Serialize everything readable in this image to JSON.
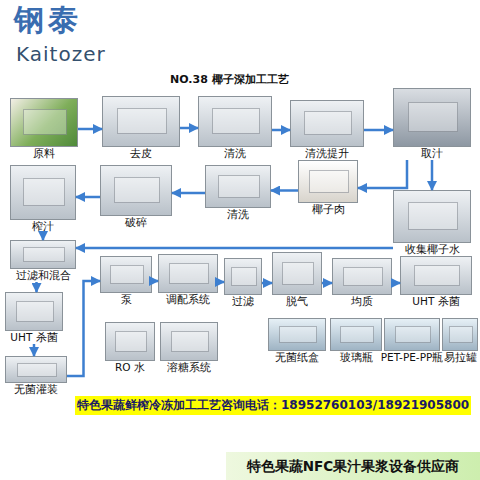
{
  "diagram": {
    "title": "NO.38 椰子深加工工艺",
    "nodes": [
      {
        "text": [
          "原料"
        ]
      },
      {
        "text": [
          "去皮"
        ]
      },
      {
        "text": [
          "清洗"
        ]
      },
      {
        "text": [
          "清洗提升"
        ]
      },
      {
        "text": [
          "取汁"
        ]
      },
      {
        "text": [
          "榨汁"
        ]
      },
      {
        "text": [
          "破碎"
        ]
      },
      {
        "text": [
          "清洗"
        ]
      },
      {
        "text": [
          "椰子肉"
        ]
      },
      {
        "text": [
          "收集椰子水"
        ]
      },
      {
        "text": [
          "过滤和混合"
        ]
      },
      {
        "text": [
          "泵"
        ]
      },
      {
        "text": [
          "调配系统"
        ]
      },
      {
        "text": [
          "过滤"
        ]
      },
      {
        "text": [
          "脱气"
        ]
      },
      {
        "text": [
          "均质"
        ]
      },
      {
        "text": [
          "UHT 杀菌"
        ]
      },
      {
        "text": [
          "UHT 杀菌"
        ]
      },
      {
        "text": [
          "无菌灌装"
        ]
      },
      {
        "text": [
          "RO 水"
        ]
      },
      {
        "text": [
          "溶糖系统"
        ]
      },
      {
        "text": [
          "无菌纸盒"
        ]
      },
      {
        "text": [
          "玻璃瓶"
        ]
      },
      {
        "text": [
          "PET-PE-PP瓶"
        ]
      },
      {
        "text": [
          "易拉罐"
        ]
      }
    ],
    "edges": [
      {
        "from": 0,
        "to": 1,
        "arrow": "to"
      },
      {
        "from": 1,
        "to": 2,
        "arrow": "to"
      },
      {
        "from": 2,
        "to": 3,
        "arrow": "to"
      },
      {
        "from": 3,
        "to": 4,
        "arrow": "to"
      },
      {
        "from": 4,
        "to": 9,
        "arrow": "to"
      },
      {
        "from": 4,
        "to": 8,
        "arrow": "to"
      },
      {
        "from": 8,
        "to": 7,
        "arrow": "to"
      },
      {
        "from": 7,
        "to": 6,
        "arrow": "to"
      },
      {
        "from": 6,
        "to": 5,
        "arrow": "to"
      },
      {
        "from": 5,
        "to": 10,
        "arrow": "to"
      },
      {
        "from": 9,
        "to": 10,
        "arrow": "to"
      },
      {
        "from": 10,
        "to": 17,
        "arrow": "to"
      },
      {
        "from": 17,
        "to": 18,
        "arrow": "to"
      },
      {
        "from": 18,
        "to": 11,
        "arrow": "to"
      },
      {
        "from": 11,
        "to": 12,
        "arrow": "to"
      },
      {
        "from": 12,
        "to": 13,
        "arrow": "to"
      },
      {
        "from": 13,
        "to": 14,
        "arrow": "to"
      },
      {
        "from": 14,
        "to": 15,
        "arrow": "to"
      },
      {
        "from": 15,
        "to": 16,
        "arrow": "to"
      }
    ],
    "labels": [
      "钢泰",
      "Kaitozer",
      "特色果蔬鲜榨冷冻加工工艺咨询电话：18952760103/18921905800",
      "特色果蔬NFC果汁果浆设备供应商"
    ]
  }
}
